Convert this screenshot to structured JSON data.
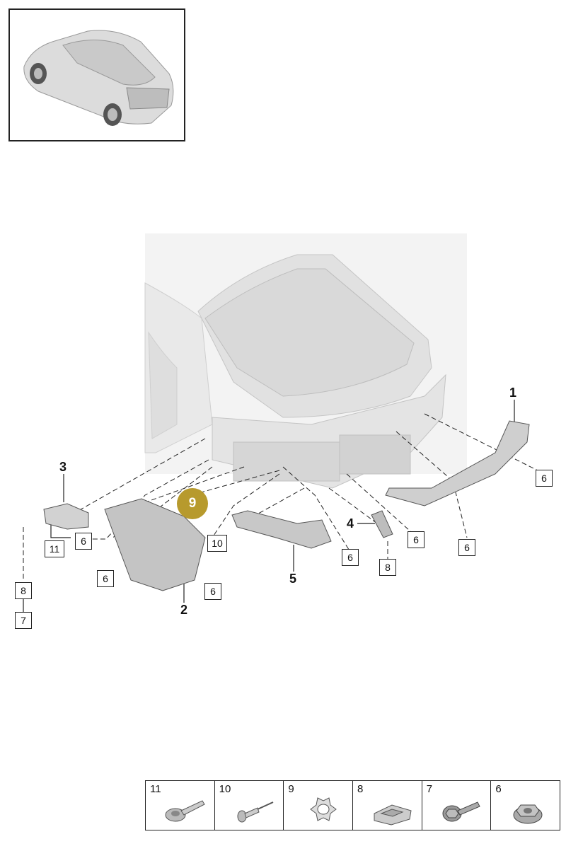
{
  "callouts": {
    "part_1": "1",
    "part_2": "2",
    "part_3": "3",
    "part_4": "4",
    "part_5": "5",
    "highlight_9": "9",
    "box_6_a": "6",
    "box_6_b": "6",
    "box_6_c": "6",
    "box_6_d": "6",
    "box_6_e": "6",
    "box_6_f": "6",
    "box_6_g": "6",
    "box_8_a": "8",
    "box_8_b": "8",
    "box_7": "7",
    "box_10": "10",
    "box_11": "11"
  },
  "legend": [
    {
      "num": "11",
      "icon": "screw-flange-icon"
    },
    {
      "num": "10",
      "icon": "blind-rivet-icon"
    },
    {
      "num": "9",
      "icon": "clamp-washer-icon"
    },
    {
      "num": "8",
      "icon": "spring-clip-icon"
    },
    {
      "num": "7",
      "icon": "hex-screw-icon"
    },
    {
      "num": "6",
      "icon": "flange-nut-icon"
    }
  ],
  "colors": {
    "highlight": "#b79a2d",
    "body_shade": "#e6e6e6"
  }
}
